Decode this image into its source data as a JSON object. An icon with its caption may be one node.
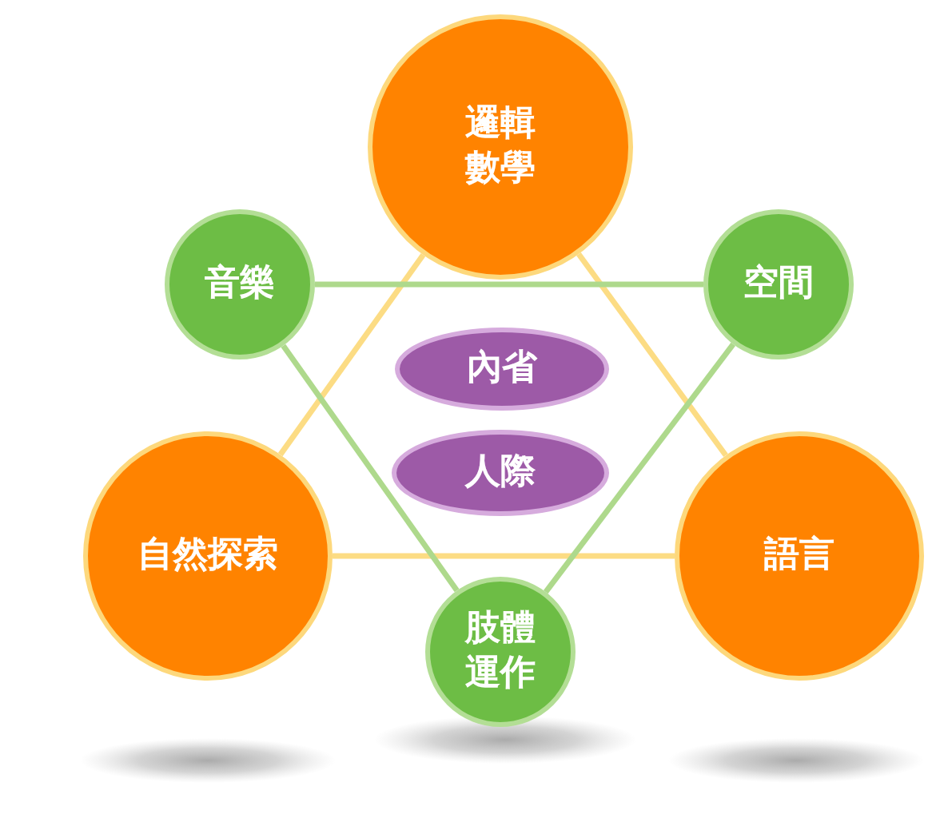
{
  "diagram": {
    "nodes": [
      {
        "text": [
          "邏輯數學"
        ]
      },
      {
        "text": [
          "音樂"
        ]
      },
      {
        "text": [
          "空間"
        ]
      },
      {
        "text": [
          "內省"
        ]
      },
      {
        "text": [
          "人際"
        ]
      },
      {
        "text": [
          "自然探索"
        ]
      },
      {
        "text": [
          "語言"
        ]
      },
      {
        "text": [
          "肢體運作"
        ]
      }
    ],
    "edges": [
      {
        "from": 0,
        "to": 5,
        "arrow": "none",
        "color": "#fcdc84"
      },
      {
        "from": 0,
        "to": 6,
        "arrow": "none",
        "color": "#fcdc84"
      },
      {
        "from": 5,
        "to": 6,
        "arrow": "none",
        "color": "#fcdc84"
      },
      {
        "from": 1,
        "to": 2,
        "arrow": "none",
        "color": "#aed98c"
      },
      {
        "from": 1,
        "to": 7,
        "arrow": "none",
        "color": "#aed98c"
      },
      {
        "from": 2,
        "to": 7,
        "arrow": "none",
        "color": "#aed98c"
      }
    ]
  }
}
